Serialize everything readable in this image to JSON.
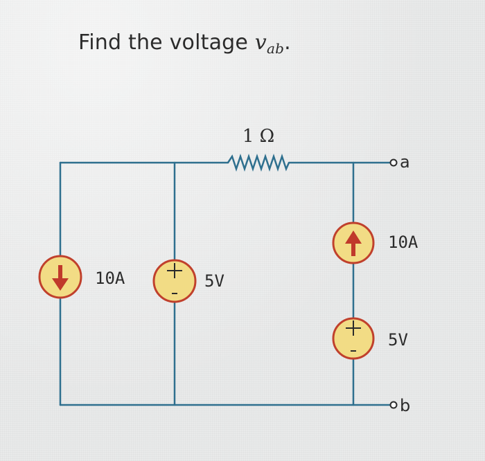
{
  "question": {
    "prefix": "Find the voltage ",
    "var": "v",
    "sub": "ab",
    "suffix": "."
  },
  "resistor": {
    "label": "1 Ω"
  },
  "terminals": {
    "a": "a",
    "b": "b"
  },
  "sources": {
    "left_current": {
      "label": "10A",
      "direction": "down"
    },
    "left_voltage": {
      "label": "5V"
    },
    "right_current": {
      "label": "10A",
      "direction": "up"
    },
    "right_voltage": {
      "label": "5V"
    }
  },
  "colors": {
    "wire": "#2e6f8e",
    "source_fill": "#f2dc85",
    "source_ring": "#c0402c",
    "arrow": "#c0392b",
    "text": "#2b2b2b"
  }
}
